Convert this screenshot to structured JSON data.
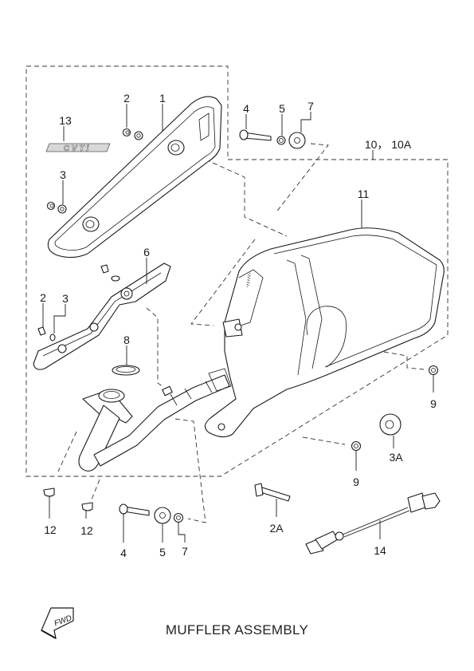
{
  "title": "MUFFLER ASSEMBLY",
  "emblem_text": "CVTi",
  "fwd_text": "FWD",
  "callouts": {
    "c1": "1",
    "c2a": "2",
    "c2b": "2",
    "c2A": "2A",
    "c3a": "3",
    "c3b": "3",
    "c3A": "3A",
    "c4a": "4",
    "c4b": "4",
    "c5a": "5",
    "c5b": "5",
    "c6": "6",
    "c7a": "7",
    "c7b": "7",
    "c8": "8",
    "c9a": "9",
    "c9b": "9",
    "c10": "10， 10A",
    "c11": "11",
    "c12a": "12",
    "c12b": "12",
    "c13": "13",
    "c14": "14"
  }
}
